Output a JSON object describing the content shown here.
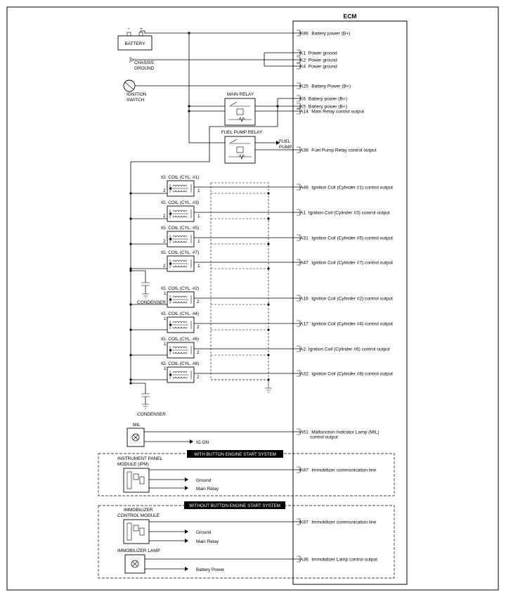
{
  "ecm": {
    "title": "ECM",
    "pins": [
      {
        "code": "K86",
        "desc": "Battery power (B+)"
      },
      {
        "code": "K1",
        "desc": "Power ground"
      },
      {
        "code": "K2",
        "desc": "Power ground"
      },
      {
        "code": "K4",
        "desc": "Power ground"
      },
      {
        "code": "K25",
        "desc": "Battery Power (B+)"
      },
      {
        "code": "K6",
        "desc": "Battery power (B+)"
      },
      {
        "code": "K5",
        "desc": "Battery power (B+)"
      },
      {
        "code": "A14",
        "desc": "Main Relay control output"
      },
      {
        "code": "A38",
        "desc": "Fuel Pump Relay control output"
      },
      {
        "code": "A46",
        "desc": "Ignition Coil (Cylinder #1) control output"
      },
      {
        "code": "A1",
        "desc": "Ignition Coil (Cylinder #3) control output"
      },
      {
        "code": "A31",
        "desc": "Ignition Coil (Cylinder #5) control output"
      },
      {
        "code": "A47",
        "desc": "Ignition Coil (Cylinder #7) control output"
      },
      {
        "code": "A16",
        "desc": "Ignition Coil (Cylinder #2) control output"
      },
      {
        "code": "A17",
        "desc": "Ignition Coil (Cylinder #4) control output"
      },
      {
        "code": "A2",
        "desc": "Ignition Coil (Cylinder #6) control output"
      },
      {
        "code": "A32",
        "desc": "Ignition Coil (Cylinder #8) control output"
      },
      {
        "code": "A51",
        "desc": "Malfunction Indicator Lamp (MIL)",
        "desc2": "control output"
      },
      {
        "code": "K87",
        "desc": "Immobilizer communication line"
      },
      {
        "code": "K87",
        "desc": "Immobilizer communication line"
      },
      {
        "code": "A36",
        "desc": "Immobilizer Lamp control output"
      }
    ]
  },
  "components": {
    "battery": "BATTERY",
    "battery_minus": "−",
    "battery_plus": "+",
    "chassis_ground_1": "CHASSIS",
    "chassis_ground_2": "GROUND",
    "ignition_switch_1": "IGNITION",
    "ignition_switch_2": "SWITCH",
    "main_relay": "MAIN RELAY",
    "fuel_pump_relay": "FUEL PUMP RELAY",
    "fuel_pump_1": "FUEL",
    "fuel_pump_2": "PUMP",
    "condenser": "CONDENSER",
    "mil": "MIL",
    "ig_on": "IG.ON",
    "ipm_1": "INSTRUMENT PANEL",
    "ipm_2": "MODULE (IPM)",
    "immo_module_1": "IMMOBILIZER",
    "immo_module_2": "CONTROL MODULE",
    "immo_lamp": "IMMOBILIZER LAMP",
    "ground": "Ground",
    "main_relay_out": "Main Relay",
    "battery_power": "Battery Power"
  },
  "coils": [
    {
      "label": "IG. COIL (CYL. #1)",
      "left_pin": "2",
      "right_pin": "1"
    },
    {
      "label": "IG. COIL (CYL. #3)",
      "left_pin": "2",
      "right_pin": "1"
    },
    {
      "label": "IG. COIL (CYL. #5)",
      "left_pin": "2",
      "right_pin": "1"
    },
    {
      "label": "IG. COIL (CYL. #7)",
      "left_pin": "2",
      "right_pin": "1"
    },
    {
      "label": "IG. COIL (CYL. #2)",
      "left_pin": "1",
      "right_pin": "2"
    },
    {
      "label": "IG. COIL (CYL. #4)",
      "left_pin": "1",
      "right_pin": "2"
    },
    {
      "label": "IG. COIL (CYL. #6)",
      "left_pin": "1",
      "right_pin": "2"
    },
    {
      "label": "IG. COIL (CYL. #8)",
      "left_pin": "1",
      "right_pin": "2"
    }
  ],
  "banners": {
    "with_button": "WITH BUTTON ENGINE START SYSTEM",
    "without_button": "WITHOUT BUTTON ENGINE START SYSTEM"
  }
}
